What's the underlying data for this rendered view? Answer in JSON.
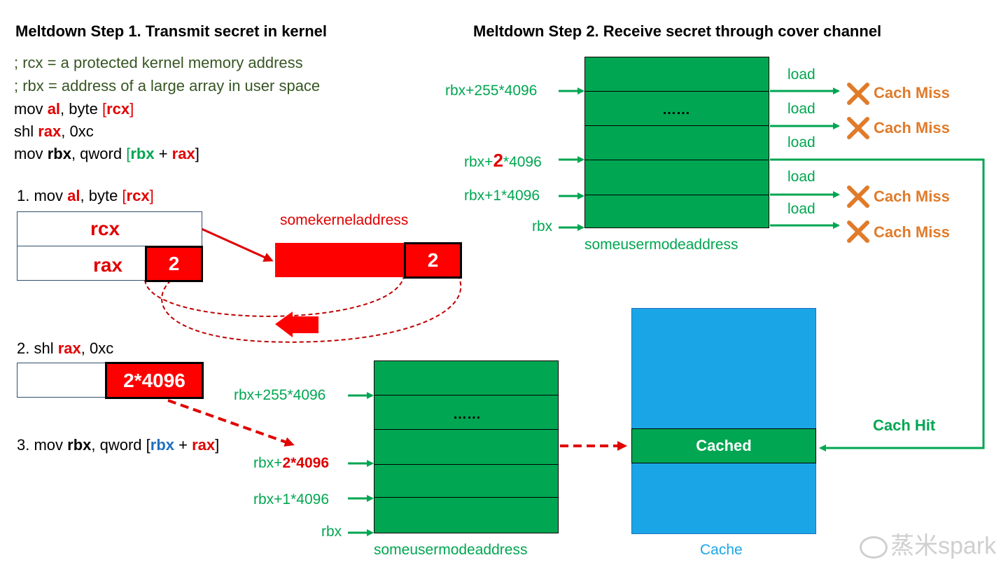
{
  "left": {
    "title": "Meltdown Step 1. Transmit secret in kernel",
    "comment1": "; rcx = a protected kernel memory address",
    "comment2": "; rbx = address of a large array in user space",
    "code1": {
      "a": "mov ",
      "reg": "al",
      "b": ", byte ",
      "lb": "[",
      "arg": "rcx",
      "rb": "]"
    },
    "code2": {
      "a": "shl ",
      "reg": "rax",
      "b": ", 0xc"
    },
    "code3": {
      "a": "mov ",
      "reg": "rbx",
      "b": ", qword ",
      "lb": "[",
      "x": "rbx",
      "plus": " + ",
      "y": "rax",
      "rb": "]"
    },
    "step1": {
      "a": "1. mov ",
      "reg": "al",
      "b": ", byte ",
      "lb": "[",
      "arg": "rcx",
      "rb": "]"
    },
    "step2": {
      "a": "2. shl ",
      "reg": "rax",
      "b": ", 0xc"
    },
    "step3": {
      "a": "3. mov ",
      "reg": "rbx",
      "b": ", qword ",
      "lb": "[",
      "x": "rbx",
      "plus": " + ",
      "y": "rax",
      "rb": "]"
    },
    "reg_rcx": "rcx",
    "reg_rax": "rax",
    "rax_value": "2",
    "kernel_label": "somekerneladdress",
    "kernel_value": "2",
    "shifted_value": "2*4096"
  },
  "bottom_array": {
    "labels": {
      "r255": "rbx+255*4096",
      "r2_prefix": "rbx+",
      "r2_num": "2*4096",
      "r1": "rbx+1*4096",
      "r0": "rbx"
    },
    "dots": "……",
    "caption": "someusermodeaddress"
  },
  "right": {
    "title": "Meltdown Step 2. Receive secret through cover channel",
    "labels": {
      "r255": "rbx+255*4096",
      "r2_prefix": "rbx+",
      "r2_big": "2",
      "r2_suffix": "*4096",
      "r1": "rbx+1*4096",
      "r0": "rbx"
    },
    "dots": "……",
    "caption": "someusermodeaddress",
    "loads": [
      "load",
      "load",
      "load",
      "load",
      "load"
    ],
    "misses": [
      "Cach Miss",
      "Cach Miss",
      "Cach Miss",
      "Cach Miss"
    ],
    "hit": "Cach Hit"
  },
  "cache": {
    "cached": "Cached",
    "caption": "Cache"
  },
  "watermark": "蒸米spark",
  "colors": {
    "red": "#ff0000",
    "green": "#00a651",
    "blue_cache": "#1aa6e6",
    "orange": "#e07b2a"
  }
}
